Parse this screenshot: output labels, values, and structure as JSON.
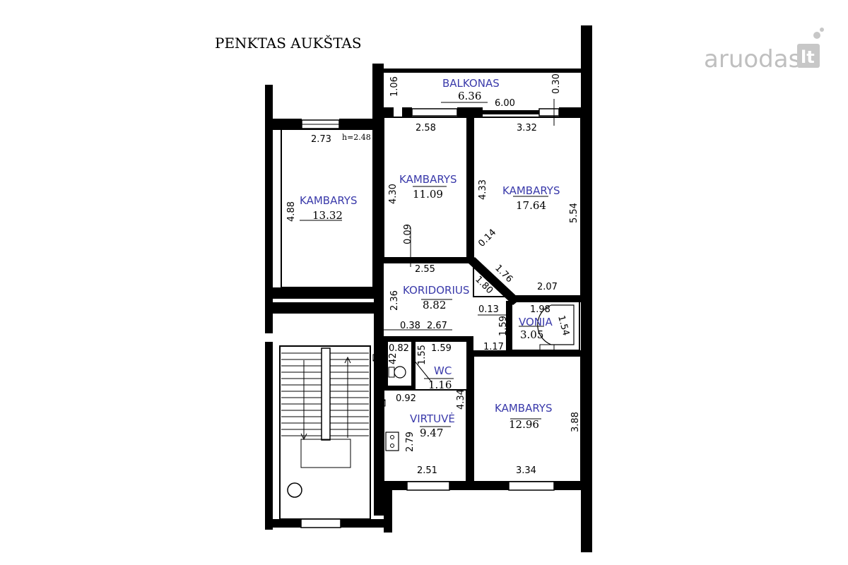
{
  "title": "PENKTAS AUKŠTAS",
  "watermark": {
    "brand": "aruodas",
    "suffix": "lt",
    "color": "#bdbdbd"
  },
  "colors": {
    "room_label": "#3a3aaa",
    "walls": "#000000"
  },
  "rooms": {
    "balkonas": {
      "name": "BALKONAS",
      "area": "6.36"
    },
    "kambarys_left": {
      "name": "KAMBARYS",
      "area": "13.32"
    },
    "kambarys_mid": {
      "name": "KAMBARYS",
      "area": "11.09"
    },
    "kambarys_right": {
      "name": "KAMBARYS",
      "area": "17.64"
    },
    "koridorius": {
      "name": "KORIDORIUS",
      "area": "8.82"
    },
    "vonia": {
      "name": "VONIA",
      "area": "3.05"
    },
    "wc": {
      "name": "WC",
      "area": "1.16"
    },
    "virtuve": {
      "name": "VIRTUVĖ",
      "area": "9.47"
    },
    "kambarys_bottom": {
      "name": "KAMBARYS",
      "area": "12.96"
    }
  },
  "ceiling_height": "h=2.48",
  "dims": {
    "bal_h": "1.06",
    "bal_w": "6.00",
    "bal_r": "0.30",
    "kl_w": "2.73",
    "kl_h": "4.88",
    "km_w": "2.58",
    "km_h": "4.30",
    "km_off": "0.09",
    "km_bw": "2.55",
    "kr_w": "3.32",
    "kr_h1": "4.33",
    "kr_h2": "5.54",
    "diag1": "0.14",
    "diag2": "1.76",
    "diag3": "1.80",
    "kr_bw": "2.07",
    "kor_h": "2.36",
    "kor_a": "0.13",
    "kor_b": "0.38",
    "kor_c": "2.67",
    "von_w": "1.98",
    "von_h": "1.59",
    "von_r": "1.54",
    "wc_a": "0.82",
    "wc_b": "1.55",
    "wc_c": "1.59",
    "wc_d": "42",
    "wc_e": "1.17",
    "vir_a": "0.92",
    "vir_h": "4.34",
    "vir_b": "2.79",
    "vir_w": "2.51",
    "kb_h": "3.88",
    "kb_w": "3.34"
  }
}
